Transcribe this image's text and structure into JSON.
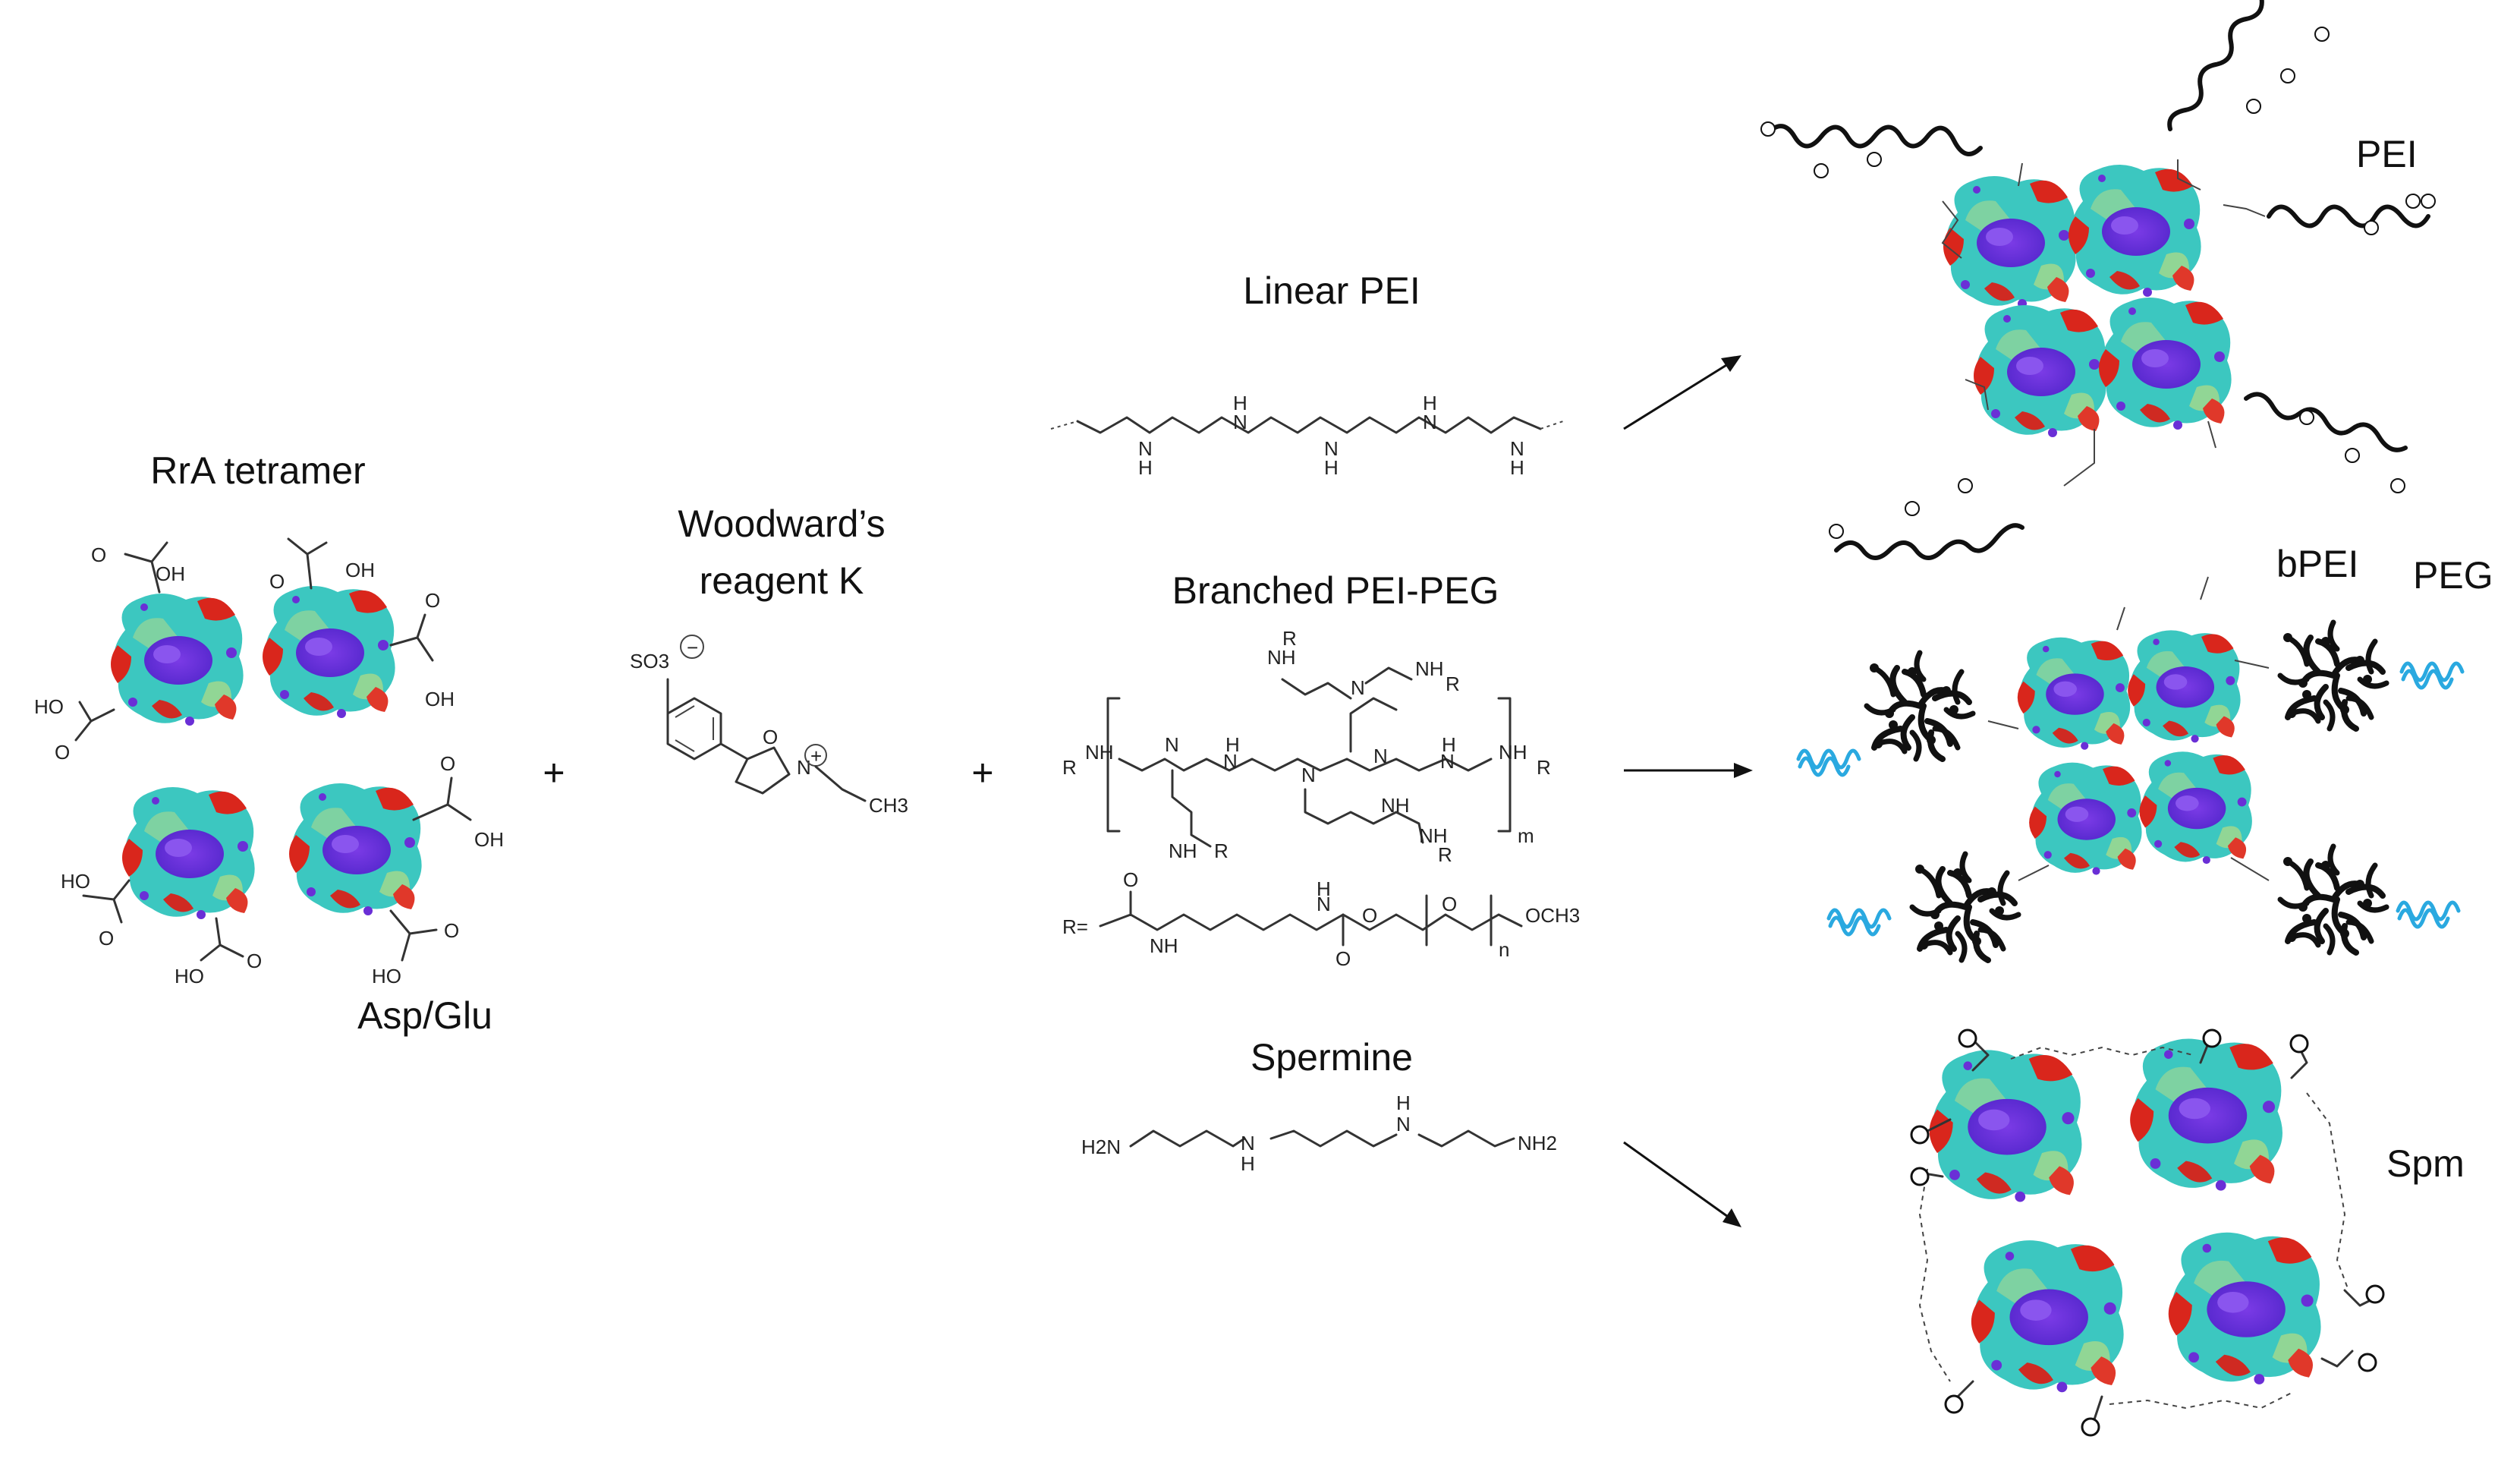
{
  "labels": {
    "rra_tetramer": "RrA tetramer",
    "asp_glu": "Asp/Glu",
    "woodward_line1": "Woodward’s",
    "woodward_line2": "reagent K",
    "plus": "+",
    "linear_pei": "Linear PEI",
    "branched_pei_peg": "Branched PEI-PEG",
    "spermine": "Spermine",
    "pei": "PEI",
    "bpei": "bPEI",
    "peg": "PEG",
    "spm": "Spm"
  },
  "chem": {
    "oh": "OH",
    "ho": "HO",
    "o": "O",
    "so3": "SO3",
    "minus": "−",
    "n_plus": "N",
    "plus": "+",
    "ch3": "CH3",
    "nh": "NH",
    "n": "N",
    "h": "H",
    "r": "R",
    "r_eq": "R=",
    "m": "m",
    "n_sub": "n",
    "och3": "OCH3",
    "h2n": "H2N",
    "nh2": "NH2"
  },
  "colors": {
    "protein_cyan": "#3cc7c0",
    "protein_purple": "#6a2fd6",
    "protein_red": "#d9261c",
    "protein_green": "#7fd08a",
    "peg_blue": "#2aa9e0",
    "text": "#111111"
  }
}
